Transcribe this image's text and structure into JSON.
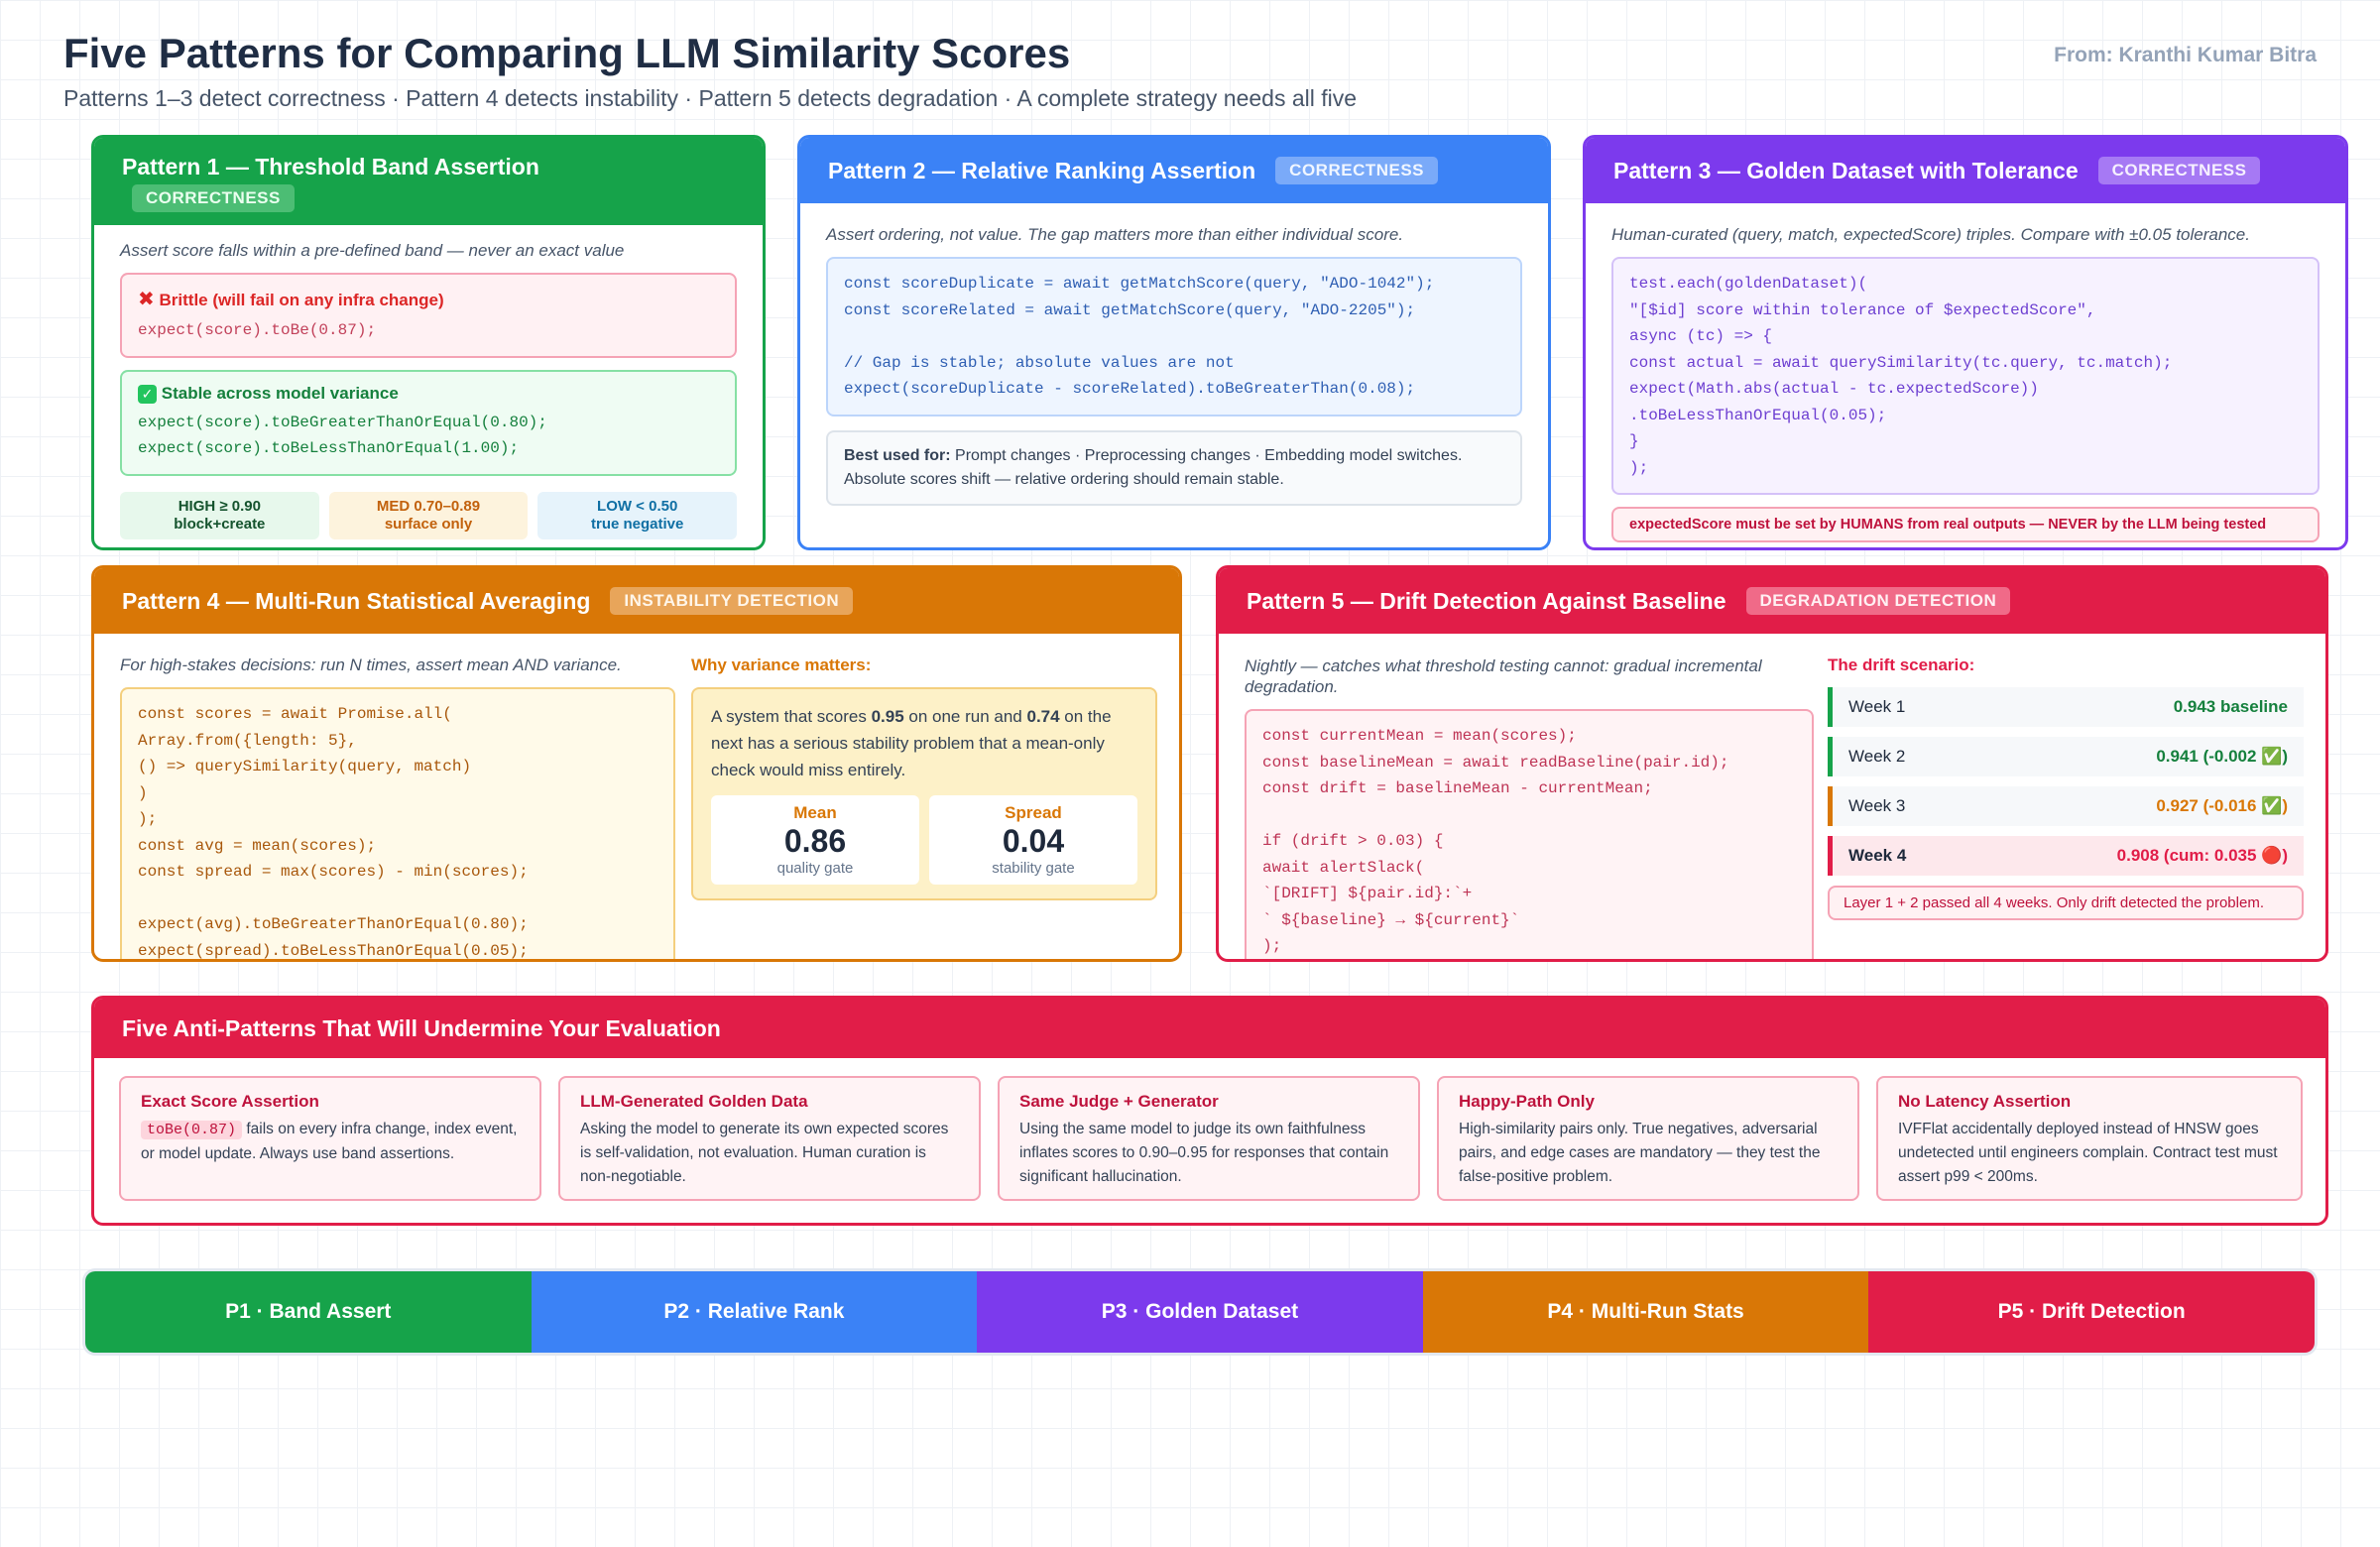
{
  "header": {
    "title": "Five Patterns for Comparing LLM Similarity Scores",
    "subtitle": "Patterns 1–3 detect correctness · Pattern 4 detects instability · Pattern 5 detects degradation · A complete strategy needs all five",
    "author": "From: Kranthi Kumar Bitra"
  },
  "p1": {
    "title": "Pattern 1 — Threshold Band Assertion",
    "badge": "CORRECTNESS",
    "lead": "Assert score falls within a pre-defined band — never an exact value",
    "bad_title": "Brittle (will fail on any infra change)",
    "bad_code": "expect(score).toBe(0.87);",
    "good_title": "Stable across model variance",
    "good_code": "expect(score).toBeGreaterThanOrEqual(0.80);\nexpect(score).toBeLessThanOrEqual(1.00);",
    "bands": [
      {
        "top": "HIGH ≥ 0.90",
        "bottom": "block+create"
      },
      {
        "top": "MED 0.70–0.89",
        "bottom": "surface only"
      },
      {
        "top": "LOW < 0.50",
        "bottom": "true negative"
      }
    ]
  },
  "p2": {
    "title": "Pattern 2 — Relative Ranking Assertion",
    "badge": "CORRECTNESS",
    "lead": "Assert ordering, not value. The gap matters more than either individual score.",
    "code": "const scoreDuplicate = await getMatchScore(query, \"ADO-1042\");\nconst scoreRelated = await getMatchScore(query, \"ADO-2205\");\n\n// Gap is stable; absolute values are not\nexpect(scoreDuplicate - scoreRelated).toBeGreaterThan(0.08);",
    "best_label": "Best used for:",
    "best_text": " Prompt changes · Preprocessing changes · Embedding model switches.",
    "best_text2": "Absolute scores shift — relative ordering should remain stable."
  },
  "p3": {
    "title": "Pattern 3 — Golden Dataset with Tolerance",
    "badge": "CORRECTNESS",
    "lead": "Human-curated (query, match, expectedScore) triples. Compare with ±0.05 tolerance.",
    "code": "test.each(goldenDataset)(\n\"[$id] score within tolerance of $expectedScore\",\nasync (tc) => {\nconst actual = await querySimilarity(tc.query, tc.match);\nexpect(Math.abs(actual - tc.expectedScore))\n.toBeLessThanOrEqual(0.05);\n}\n);",
    "warning": "expectedScore must be set by HUMANS from real outputs — NEVER by the LLM being tested"
  },
  "p4": {
    "title": "Pattern 4 — Multi-Run Statistical Averaging",
    "badge": "INSTABILITY DETECTION",
    "lead": "For high-stakes decisions: run N times, assert mean AND variance.",
    "code": "const scores = await Promise.all(\nArray.from({length: 5},\n() => querySimilarity(query, match)\n)\n);\nconst avg = mean(scores);\nconst spread = max(scores) - min(scores);\n\nexpect(avg).toBeGreaterThanOrEqual(0.80);\nexpect(spread).toBeLessThanOrEqual(0.05);",
    "why_title": "Why variance matters:",
    "why_pre": "A system that scores ",
    "why_v1": "0.95",
    "why_mid": " on one run and ",
    "why_v2": "0.74",
    "why_post": " on the next has a serious stability problem that a mean-only check would miss entirely.",
    "stats": [
      {
        "label": "Mean",
        "value": "0.86",
        "caption": "quality gate"
      },
      {
        "label": "Spread",
        "value": "0.04",
        "caption": "stability gate"
      }
    ]
  },
  "p5": {
    "title": "Pattern 5 — Drift Detection Against Baseline",
    "badge": "DEGRADATION DETECTION",
    "lead": "Nightly — catches what threshold testing cannot: gradual incremental degradation.",
    "code": "const currentMean = mean(scores);\nconst baselineMean = await readBaseline(pair.id);\nconst drift = baselineMean - currentMean;\n\nif (drift > 0.03) {\nawait alertSlack(\n`[DRIFT] ${pair.id}:`+\n` ${baseline} → ${current}`\n);",
    "scenario_title": "The drift scenario:",
    "weeks": [
      {
        "label": "Week 1",
        "value": "0.943 baseline",
        "status": "ok"
      },
      {
        "label": "Week 2",
        "value": "0.941 (-0.002 ✅)",
        "status": "ok"
      },
      {
        "label": "Week 3",
        "value": "0.927 (-0.016 ✅)",
        "status": "warn"
      },
      {
        "label": "Week 4",
        "value": "0.908 (cum: 0.035 🔴)",
        "status": "bad"
      }
    ],
    "note": "Layer 1 + 2 passed all 4 weeks. Only drift detected the problem."
  },
  "anti": {
    "title": "Five Anti-Patterns That Will Undermine Your Evaluation",
    "items": [
      {
        "title": "Exact Score Assertion",
        "code": "toBe(0.87)",
        "text": " fails on every infra change, index event, or model update. Always use band assertions."
      },
      {
        "title": "LLM-Generated Golden Data",
        "text": "Asking the model to generate its own expected scores is self-validation, not evaluation. Human curation is non-negotiable."
      },
      {
        "title": "Same Judge + Generator",
        "text": "Using the same model to judge its own faithfulness inflates scores to 0.90–0.95 for responses that contain significant hallucination."
      },
      {
        "title": "Happy-Path Only",
        "text": "High-similarity pairs only. True negatives, adversarial pairs, and edge cases are mandatory — they test the false-positive problem."
      },
      {
        "title": "No Latency Assertion",
        "text": "IVFFlat accidentally deployed instead of HNSW goes undetected until engineers complain. Contract test must assert p99 < 200ms."
      }
    ]
  },
  "footer": [
    {
      "label": "P1 · Band Assert",
      "color": "#16a34a"
    },
    {
      "label": "P2 · Relative Rank",
      "color": "#3b82f6"
    },
    {
      "label": "P3 · Golden Dataset",
      "color": "#7c3aed"
    },
    {
      "label": "P4 · Multi-Run Stats",
      "color": "#d97706"
    },
    {
      "label": "P5 · Drift Detection",
      "color": "#e11d48"
    }
  ]
}
